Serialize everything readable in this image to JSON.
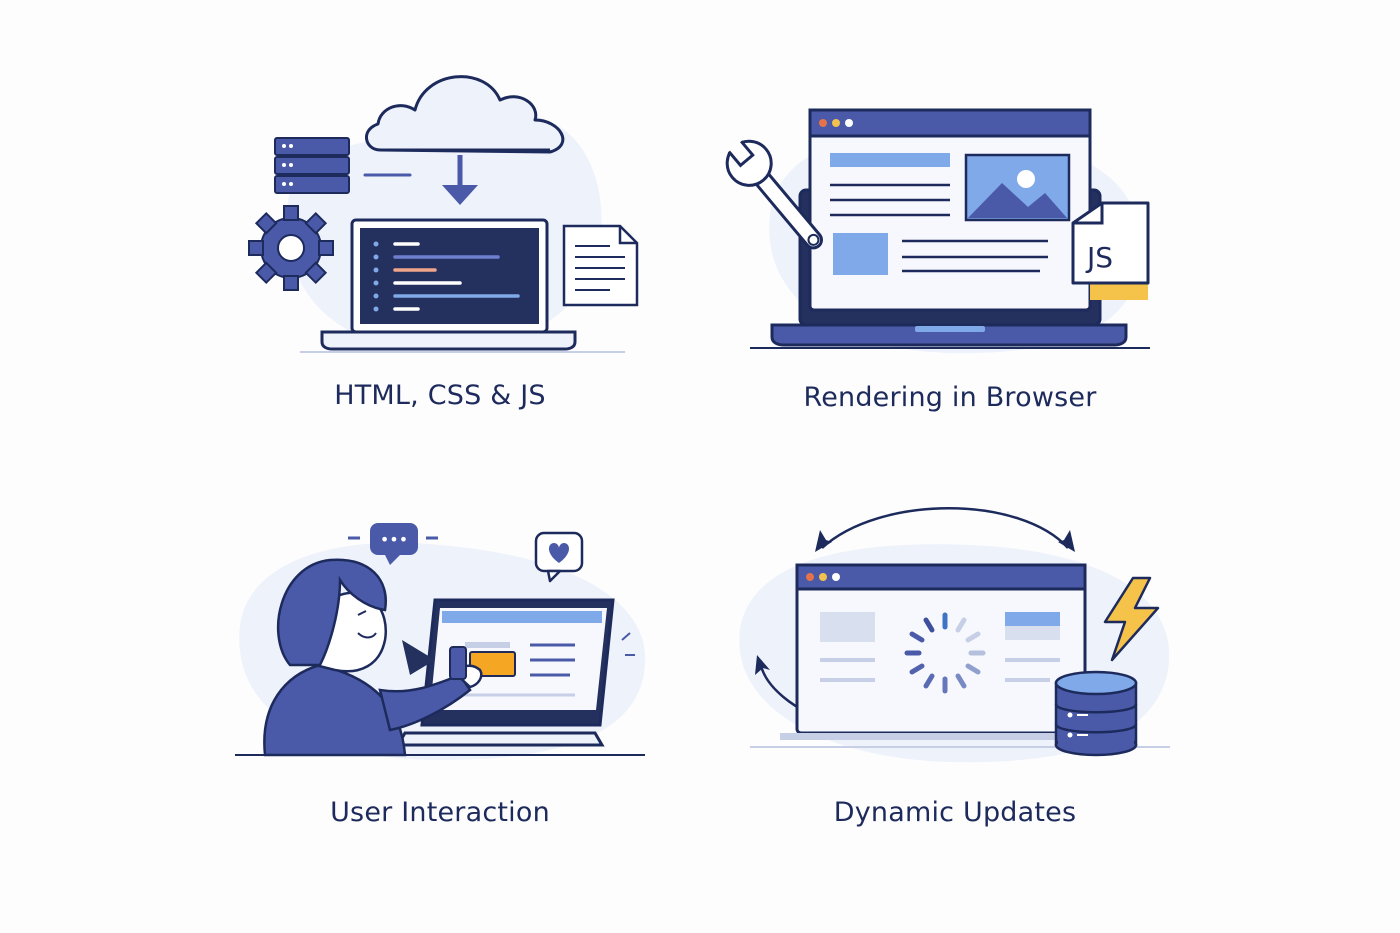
{
  "panels": [
    {
      "caption": "HTML, CSS & JS"
    },
    {
      "caption": "Rendering in Browser",
      "badge": "JS"
    },
    {
      "caption": "User Interaction",
      "chat_dots": "•••"
    },
    {
      "caption": "Dynamic Updates"
    }
  ],
  "icons": {
    "panel_1": [
      "cloud-icon",
      "server-icon",
      "gear-icon",
      "laptop-icon",
      "code-editor-icon",
      "document-icon",
      "download-arrow-icon"
    ],
    "panel_2": [
      "laptop-icon",
      "browser-window-icon",
      "image-icon",
      "wrench-icon",
      "js-file-icon"
    ],
    "panel_3": [
      "person-icon",
      "chat-bubble-icon",
      "heart-bubble-icon",
      "laptop-icon",
      "cursor-icon"
    ],
    "panel_4": [
      "browser-window-icon",
      "loading-spinner-icon",
      "database-icon",
      "lightning-icon",
      "sync-arrows-icon"
    ]
  },
  "colors": {
    "navy": "#1d2a5c",
    "indigo": "#4a5aa8",
    "blue_light": "#7fa9e8",
    "blob": "#eef2fb",
    "orange": "#f5a623",
    "dot_red": "#e5734a",
    "dot_yellow": "#f2c14e"
  }
}
